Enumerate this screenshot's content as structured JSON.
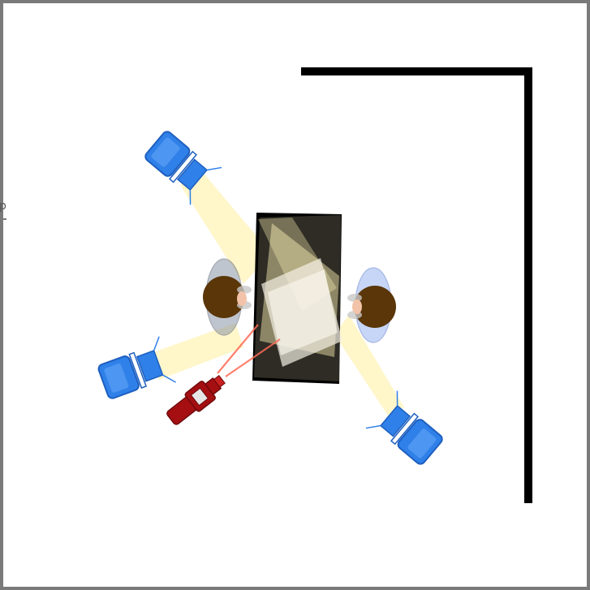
{
  "diagram": {
    "edge_fragment": "p",
    "colors": {
      "background": "#ffffff",
      "frame_border": "#7a7a7a",
      "wall": "#000000",
      "table": "#000000",
      "light_beam": "#fff3b8",
      "light_body": "#2f80e8",
      "light_dark": "#1e5fc0",
      "camera": "#a50f12",
      "camera_laser": "#ff6a55",
      "hair": "#5a3608",
      "skin": "#f2c3a8",
      "shoulders_left": "#8c96a8",
      "shoulders_right": "#9ab6f0",
      "paper": "#f4f0e4"
    },
    "lights": [
      {
        "name": "light-top-left",
        "icon": "studio-light-icon"
      },
      {
        "name": "light-bottom-left",
        "icon": "studio-light-icon"
      },
      {
        "name": "light-bottom-right",
        "icon": "studio-light-icon"
      }
    ],
    "people": [
      {
        "name": "person-left",
        "icon": "person-top-view-icon"
      },
      {
        "name": "person-right",
        "icon": "person-top-view-icon"
      }
    ],
    "camera": {
      "icon": "video-camera-icon"
    }
  }
}
